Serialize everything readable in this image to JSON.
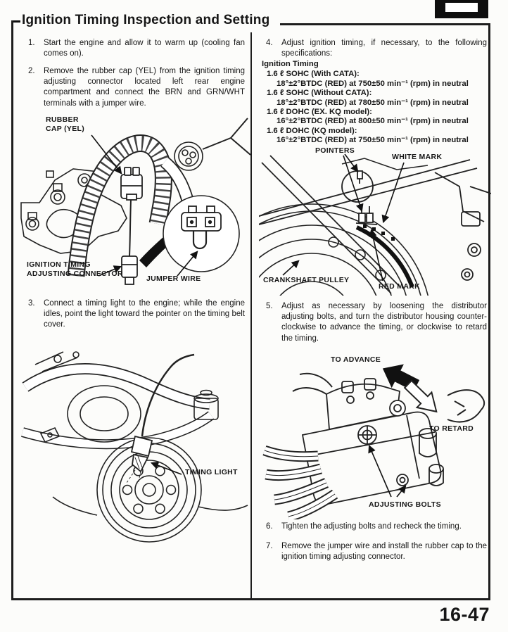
{
  "colors": {
    "ink": "#161616",
    "paper": "#fcfcfa"
  },
  "page": {
    "title": "Ignition Timing Inspection and Setting",
    "page_number": "16-47"
  },
  "steps": {
    "s1": {
      "num": "1.",
      "text": "Start the engine and allow it to warm up (cooling fan comes on)."
    },
    "s2": {
      "num": "2.",
      "text": "Remove the rubber cap (YEL) from the ignition timing adjusting connector located left rear engine compartment and connect the BRN and GRN/WHT terminals with a jumper wire."
    },
    "s3": {
      "num": "3.",
      "text": "Connect a timing light to the engine; while the engine idles, point the light toward the pointer on the timing belt cover."
    },
    "s4": {
      "num": "4.",
      "text": "Adjust ignition timing, if necessary, to the following specifications:"
    },
    "s5": {
      "num": "5.",
      "text": "Adjust as necessary by loosening the distributor adjusting bolts, and turn the distributor housing counter-clockwise to advance the timing, or clockwise to retard the timing."
    },
    "s6": {
      "num": "6.",
      "text": "Tighten the adjusting bolts and recheck the timing."
    },
    "s7": {
      "num": "7.",
      "text": "Remove the jumper wire and install the rubber cap to the ignition timing adjusting connector."
    }
  },
  "specs": {
    "heading": "Ignition Timing",
    "items": [
      {
        "model": "1.6 ℓ SOHC (With CATA):",
        "value": "18°±2°BTDC (RED) at 750±50 min⁻¹ (rpm) in neutral"
      },
      {
        "model": "1.6 ℓ SOHC (Without CATA):",
        "value": "18°±2°BTDC (RED) at 780±50 min⁻¹ (rpm) in neutral"
      },
      {
        "model": "1.6 ℓ DOHC (EX. KQ model):",
        "value": "16°±2°BTDC (RED) at 800±50 min⁻¹ (rpm) in neutral"
      },
      {
        "model": "1.6 ℓ DOHC (KQ model):",
        "value": "16°±2°BTDC (RED) at 750±50 min⁻¹ (rpm) in neutral"
      }
    ]
  },
  "diagram_labels": {
    "rubber_cap": "RUBBER\nCAP (YEL)",
    "ignition_timing_adjusting_connector": "IGNITION TIMING\nADJUSTING CONNECTOR",
    "jumper_wire": "JUMPER WIRE",
    "timing_light": "TIMING LIGHT",
    "pointers": "POINTERS",
    "white_mark": "WHITE MARK",
    "crankshaft_pulley": "CRANKSHAFT PULLEY",
    "red_mark": "RED MARK",
    "to_advance": "TO ADVANCE",
    "to_retard": "TO RETARD",
    "adjusting_bolts": "ADJUSTING BOLTS"
  }
}
